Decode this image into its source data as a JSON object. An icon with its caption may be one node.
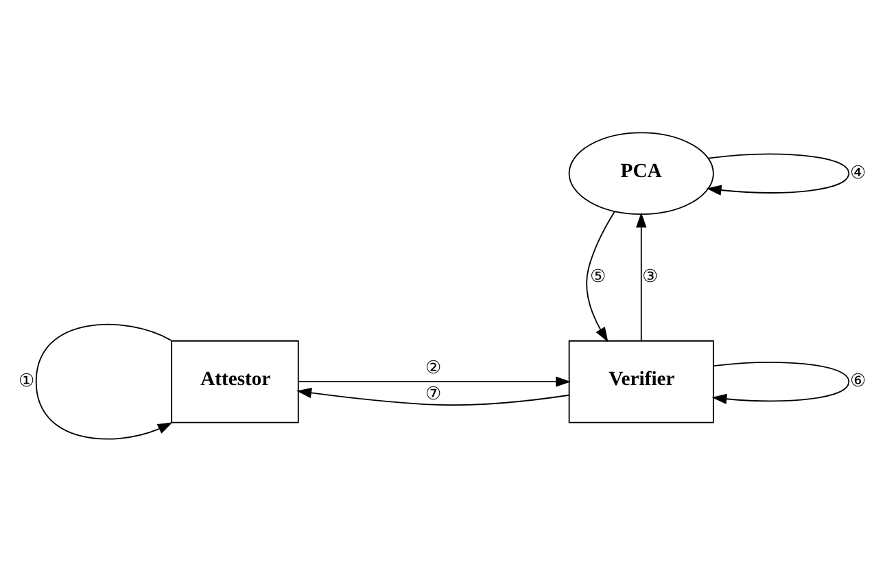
{
  "diagram": {
    "nodes": [
      {
        "text": [
          "PCA"
        ]
      },
      {
        "text": [
          "Attestor"
        ]
      },
      {
        "text": [
          "Verifier"
        ]
      }
    ],
    "edges": [
      {
        "from": 1,
        "to": 1,
        "arrow": "to",
        "label": "①"
      },
      {
        "from": 1,
        "to": 2,
        "arrow": "to",
        "label": "②"
      },
      {
        "from": 2,
        "to": 0,
        "arrow": "to",
        "label": "③"
      },
      {
        "from": 0,
        "to": 0,
        "arrow": "to",
        "label": "④"
      },
      {
        "from": 0,
        "to": 2,
        "arrow": "to",
        "label": "⑤"
      },
      {
        "from": 2,
        "to": 2,
        "arrow": "to",
        "label": "⑥"
      },
      {
        "from": 2,
        "to": 1,
        "arrow": "to",
        "label": "⑦"
      }
    ]
  }
}
